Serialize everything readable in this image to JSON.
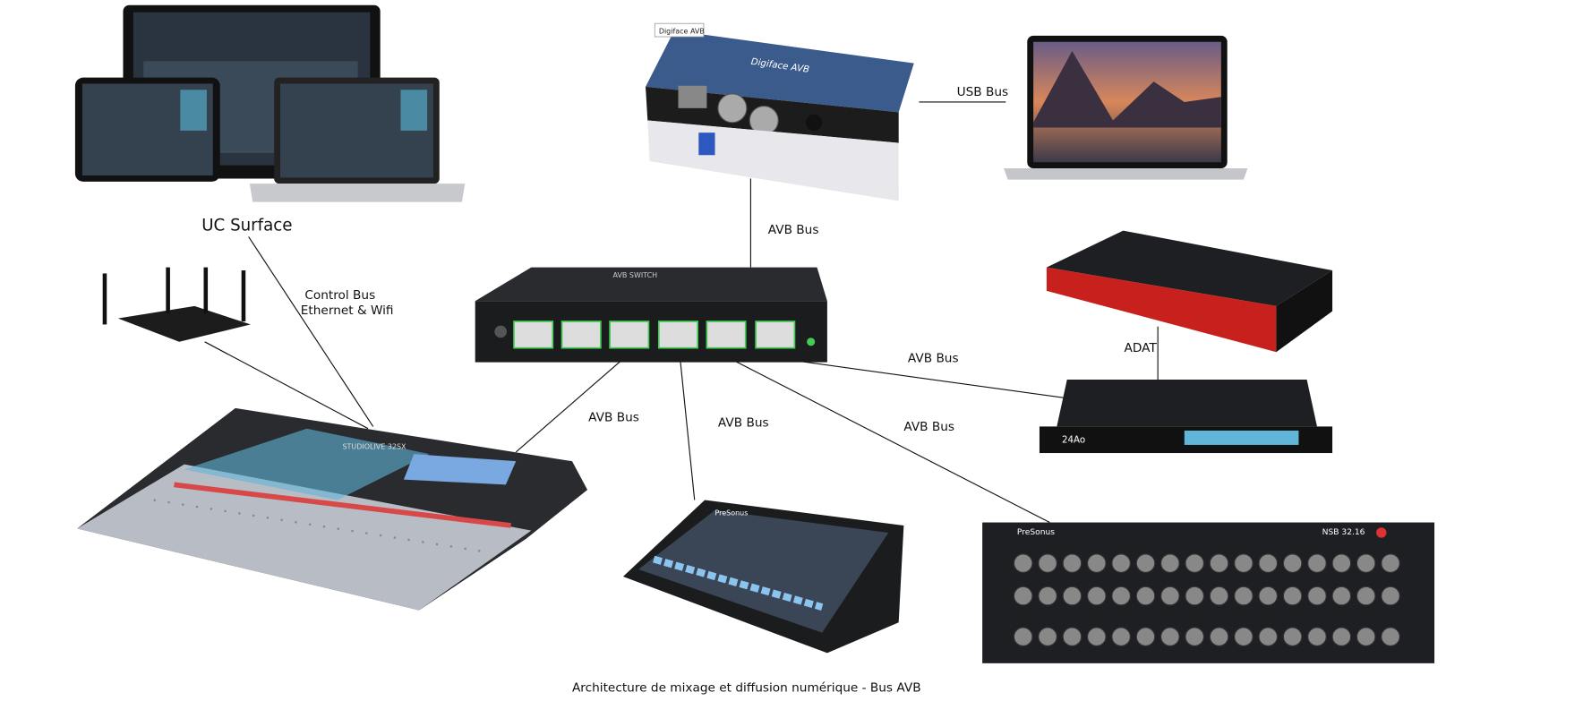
{
  "devices": {
    "uc_surface": {
      "label": "UC Surface"
    },
    "digiface": {
      "tag": "Digiface AVB",
      "brand_text": "Digiface AVB"
    },
    "switch": {
      "brand_text": "AVB SWITCH"
    },
    "console": {
      "brand_text": "STUDIOLIVE 32SX"
    },
    "mini_mixer": {
      "brand_text": "PreSonus"
    },
    "rack": {
      "brand": "PreSonus",
      "model": "NSB 32.16"
    },
    "motu": {
      "badge": "24Ao"
    }
  },
  "connections": {
    "usb": "USB Bus",
    "avb_digiface": "AVB Bus",
    "control_line1": "Control Bus",
    "control_line2": "Ethernet & Wifi",
    "avb_motu": "AVB Bus",
    "adat": "ADAT",
    "avb_console": "AVB Bus",
    "avb_mini": "AVB Bus",
    "avb_rack": "AVB Bus"
  },
  "caption": "Architecture de mixage et diffusion numérique - Bus AVB",
  "colors": {
    "device_dark": "#1e1f22",
    "rme_blue": "#3b5b8c",
    "focusrite_red": "#c8201c",
    "screen_blue": "#5fb6d8",
    "port_green": "#44cc55"
  }
}
